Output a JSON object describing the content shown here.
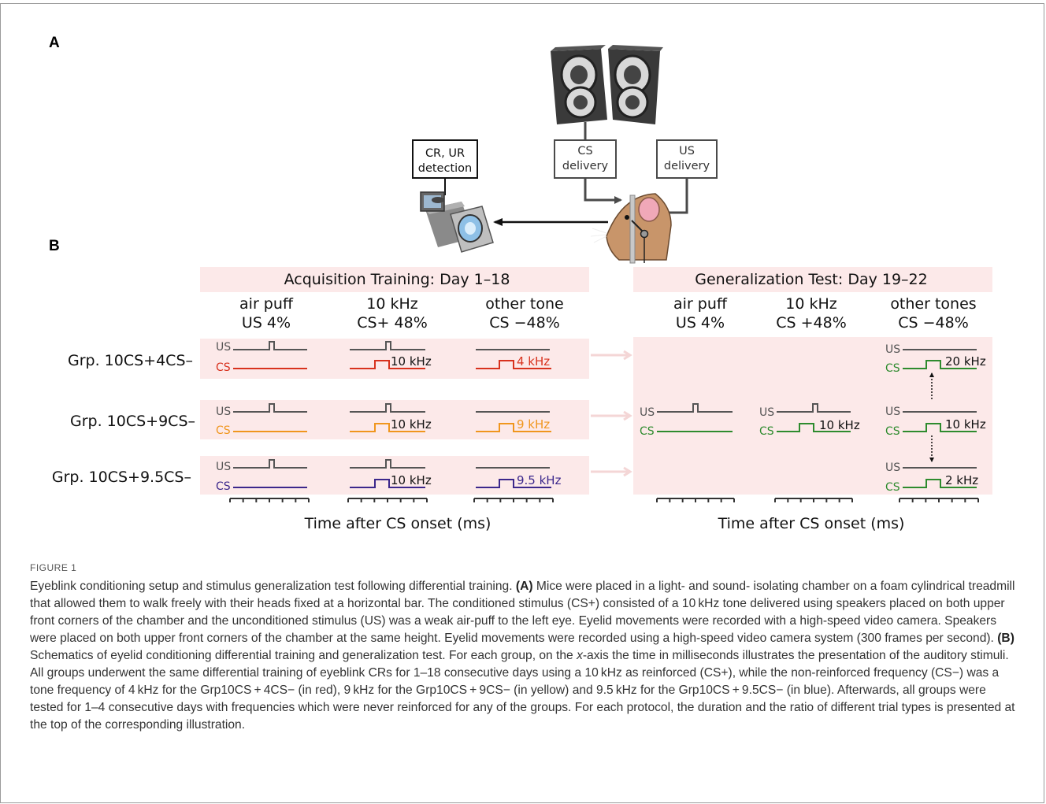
{
  "figure": {
    "panel_a_label": "A",
    "panel_b_label": "B",
    "setup": {
      "cr_ur_line1": "CR, UR",
      "cr_ur_line2": "detection",
      "cs_line1": "CS",
      "cs_line2": "delivery",
      "us_line1": "US",
      "us_line2": "delivery"
    },
    "acquisition": {
      "header": "Acquisition Training: Day 1–18",
      "columns": [
        {
          "line1": "air puff",
          "line2": "US 4%"
        },
        {
          "line1": "10 kHz",
          "line2": "CS+ 48%"
        },
        {
          "line1": "other tone",
          "line2": "CS −48%"
        }
      ],
      "time_label": "Time after CS onset (ms)"
    },
    "generalization": {
      "header": "Generalization Test: Day 19–22",
      "columns": [
        {
          "line1": "air puff",
          "line2": "US 4%"
        },
        {
          "line1": "10 kHz",
          "line2": "CS +48%"
        },
        {
          "line1": "other tones",
          "line2": "CS −48%"
        }
      ],
      "time_label": "Time after CS onset (ms)",
      "freqs": [
        "20 kHz",
        "10 kHz",
        "2 kHz"
      ]
    },
    "groups": [
      {
        "label": "Grp. 10CS+4CS–",
        "other_freq": "4 kHz",
        "color": "#d8321e"
      },
      {
        "label": "Grp. 10CS+9CS–",
        "other_freq": "9 kHz",
        "color": "#f0961e"
      },
      {
        "label": "Grp. 10CS+9.5CS–",
        "other_freq": "9.5 kHz",
        "color": "#3c288c"
      }
    ],
    "us_label": "US",
    "cs_label": "CS",
    "cs_plus_freq": "10 kHz",
    "test_color": "#2e8b2e",
    "us_color": "#555555"
  },
  "caption": {
    "title": "FIGURE 1",
    "p1": "Eyeblink conditioning setup and stimulus generalization test following differential training. ",
    "a_tag": "(A)",
    "p2": " Mice were placed in a light- and sound- isolating chamber on a foam cylindrical treadmill that allowed them to walk freely with their heads fixed at a horizontal bar. The conditioned stimulus (CS+) consisted of a 10 kHz tone delivered using speakers placed on both upper front corners of the chamber and the unconditioned stimulus (US) was a weak air-puff to the left eye. Eyelid movements were recorded with a high-speed video camera. Speakers were placed on both upper front corners of the chamber at the same height. Eyelid movements were recorded using a high-speed video camera system (300 frames per second). ",
    "b_tag": "(B)",
    "p3": " Schematics of eyelid conditioning differential training and generalization test. For each group, on the ",
    "x_italic": "x",
    "p4": "-axis the time in milliseconds illustrates the presentation of the auditory stimuli. All groups underwent the same differential training of eyeblink CRs for 1–18 consecutive days using a 10 kHz as reinforced (CS+), while the non-reinforced frequency (CS−) was a tone frequency of 4 kHz for the Grp10CS + 4CS− (in red), 9 kHz for the Grp10CS + 9CS− (in yellow) and 9.5 kHz for the Grp10CS + 9.5CS− (in blue). Afterwards, all groups were tested for 1–4 consecutive days with frequencies which were never reinforced for any of the groups. For each protocol, the duration and the ratio of different trial types is presented at the top of the corresponding illustration."
  }
}
